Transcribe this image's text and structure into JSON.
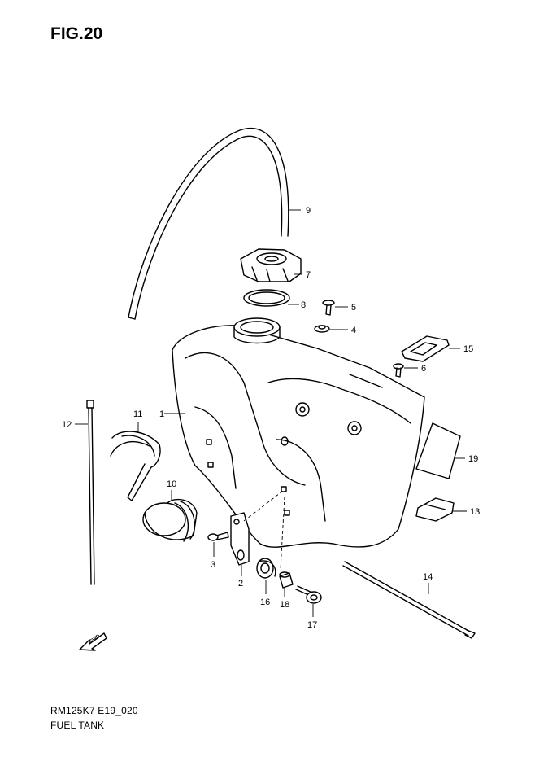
{
  "figure": {
    "title": "FIG.20"
  },
  "captions": {
    "model_code": "RM125K7 E19_020",
    "name": "FUEL TANK"
  },
  "callouts": [
    "1",
    "2",
    "3",
    "4",
    "5",
    "6",
    "7",
    "8",
    "9",
    "10",
    "11",
    "12",
    "13",
    "14",
    "15",
    "16",
    "17",
    "18",
    "19"
  ],
  "arrow_label": "FWD",
  "icons": {
    "forward": "fwd-arrow-icon"
  }
}
